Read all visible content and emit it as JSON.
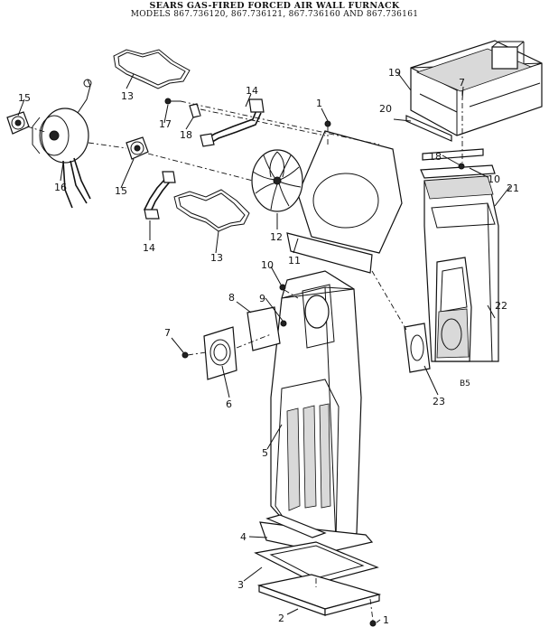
{
  "header": {
    "title": "SEARS GAS-FIRED FORCED AIR WALL FURNACK",
    "models": "MODELS 867.736120, 867.736121, 867.736160 AND 867.736161"
  },
  "callouts": [
    {
      "id": "c1a",
      "text": "1"
    },
    {
      "id": "c1b",
      "text": "1"
    },
    {
      "id": "c2",
      "text": "2"
    },
    {
      "id": "c3",
      "text": "3"
    },
    {
      "id": "c4",
      "text": "4"
    },
    {
      "id": "c5",
      "text": "5"
    },
    {
      "id": "c6",
      "text": "6"
    },
    {
      "id": "c7a",
      "text": "7"
    },
    {
      "id": "c7b",
      "text": "7"
    },
    {
      "id": "c8",
      "text": "8"
    },
    {
      "id": "c9",
      "text": "9"
    },
    {
      "id": "c10a",
      "text": "10"
    },
    {
      "id": "c10b",
      "text": "10"
    },
    {
      "id": "c11",
      "text": "11"
    },
    {
      "id": "c12",
      "text": "12"
    },
    {
      "id": "c13a",
      "text": "13"
    },
    {
      "id": "c13b",
      "text": "13"
    },
    {
      "id": "c14a",
      "text": "14"
    },
    {
      "id": "c14b",
      "text": "14"
    },
    {
      "id": "c15a",
      "text": "15"
    },
    {
      "id": "c15b",
      "text": "15"
    },
    {
      "id": "c16",
      "text": "16"
    },
    {
      "id": "c17",
      "text": "17"
    },
    {
      "id": "c18a",
      "text": "18"
    },
    {
      "id": "c18b",
      "text": "18"
    },
    {
      "id": "c19",
      "text": "19"
    },
    {
      "id": "c20",
      "text": "20"
    },
    {
      "id": "c21",
      "text": "21"
    },
    {
      "id": "c22",
      "text": "22"
    },
    {
      "id": "c23",
      "text": "23"
    }
  ],
  "figure_code": "B5"
}
